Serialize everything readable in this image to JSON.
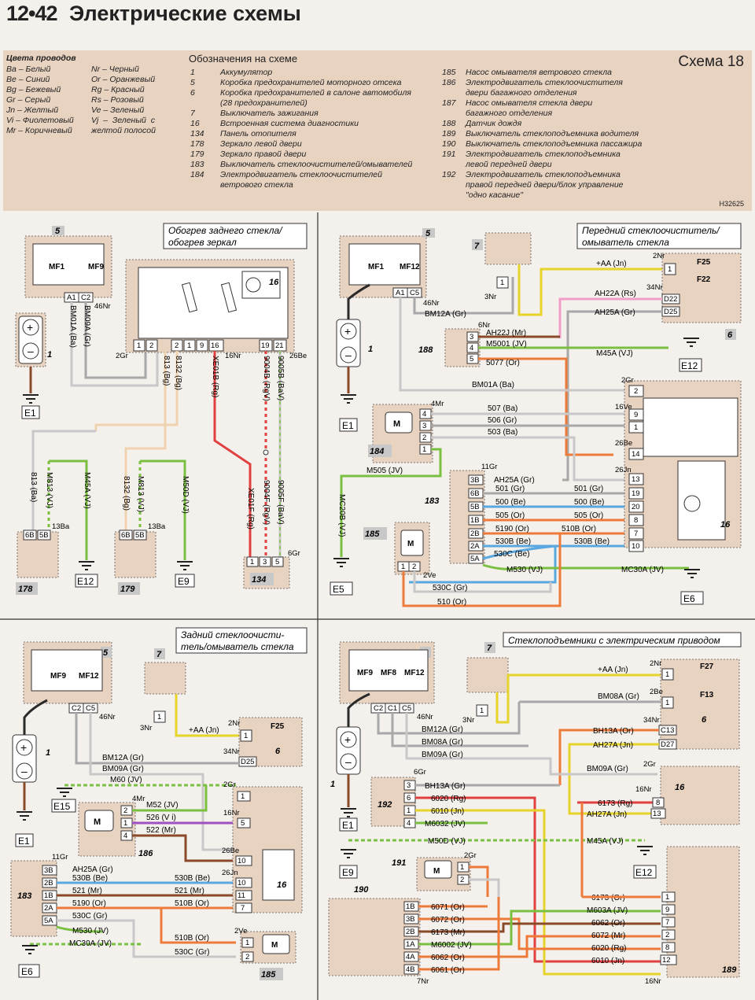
{
  "header": {
    "page_number": "12•42",
    "title": "Электрические схемы"
  },
  "legend": {
    "wire_colors_title": "Цвета проводов",
    "wire_colors_col1": "Ba – Белый\nBe – Синий\nBg – Бежевый\nGr – Серый\nJn – Желтый\nVi – Фиолетовый\nMr – Коричневый",
    "wire_colors_col2": "Nr – Черный\nOr – Оранжевый\nRg – Красный\nRs – Розовый\nVe – Зеленый\nVj  –  Зеленый  с\nжелтой полосой",
    "symbols_title": "Обозначения на схеме",
    "nums1": "1\n5\n6\n\n7\n16\n134\n178\n179\n183\n184",
    "desc1": "Аккумулятор\nКоробка предохранителей моторного отсека\nКоробка предохранителей в салоне автомобиля\n(28 предохранителей)\nВыключатель зажигания\nВстроенная система диагностики\nПанель отопителя\nЗеркало левой двери\nЗеркало правой двери\nВыключатель стеклоочистителей/омывателей\nЭлектродвигатель стеклоочистителей\nветрового стекла",
    "nums2": "185\n186\n\n187\n\n188\n189\n190\n191\n\n192",
    "desc2": "Насос омывателя ветрового стекла\nЭлектродвигатель стеклоочистителя\nдвери багажного отделения\nНасос омывателя стекла двери\nбагажного отделения\nДатчик дождя\nВыключатель стеклоподъемника водителя\nВыключатель стеклоподъемника пассажира\nЭлектродвигатель стеклоподъемника\nлевой передней двери\nЭлектродвигатель стеклоподъемника\nправой передней двери/блок управление\n\"одно касание\"",
    "schema": "Схема 18",
    "code": "H32625"
  },
  "colors": {
    "Ba": "#c8c8c8",
    "Be": "#5aa8e0",
    "Bg": "#efd2b0",
    "Gr": "#a8a8a8",
    "Jn": "#e6d42a",
    "Mr": "#8a4a2a",
    "Nr": "#2a2a2a",
    "Or": "#ee7a3a",
    "Rg": "#e04040",
    "Rs": "#f0a0c8",
    "Vi": "#a050c0",
    "VJ": "#7ac040"
  },
  "q1": {
    "title1": "Обогрев заднего стекла/",
    "title2": "обогрев зеркал",
    "fuses": [
      "MF1",
      "MF9"
    ],
    "pins_a1": "A1",
    "pins_c2": "C2",
    "c46": "46Nr",
    "w_bm01a": "BM01A (Ba)",
    "w_bm09a": "BM09A (Gr)",
    "c16_pins": [
      "1",
      "2",
      "2",
      "1",
      "9",
      "16",
      "19",
      "21"
    ],
    "c2gr": "2Gr",
    "c16nr": "16Nr",
    "c26be": "26Be",
    "w_8132": "8132 (Bg)",
    "w_813": "813 (Bg)",
    "w_xe01b": "XE01B (Rg)",
    "w_9004b": "9004B (RgV)",
    "w_9005b": "9005B (BaV)",
    "w_m813": "M813 (VJ)",
    "w_813ba": "813 (Ba)",
    "w_m45a": "M45A (VJ)",
    "w_8132b": "8132 (Bg)",
    "w_m813b": "M813 (VJ)",
    "w_m50d": "M50D (VJ)",
    "w_xe01f": "XE01F (Rg)",
    "w_9004f": "9004F (RgV)",
    "w_9005f": "9005F (BaV)",
    "c13ba": "13Ba",
    "c6gr": "6Gr",
    "p6b": "6B",
    "p5b": "5B",
    "p134": [
      "1",
      "3",
      "5"
    ],
    "ids": [
      "5",
      "1",
      "16",
      "178",
      "179",
      "134"
    ],
    "gnds": [
      "E1",
      "E12",
      "E9"
    ]
  },
  "q2": {
    "title1": "Передний стеклоочиститель/",
    "title2": "омыватель стекла",
    "fuses": [
      "MF1",
      "MF12"
    ],
    "pa1": "A1",
    "pc5": "C5",
    "c46": "46Nr",
    "c3nr": "3Nr",
    "c2nr": "2Nr",
    "c34nr": "34Nr",
    "c6nr": "6Nr",
    "c4mr": "4Mr",
    "c2gr": "2Gr",
    "c16ve": "16Ve",
    "c26be": "26Be",
    "c26jn": "26Jn",
    "c11gr": "11Gr",
    "c2ve": "2Ve",
    "aa": "+AA (Jn)",
    "ah22a": "AH22A (Rs)",
    "ah25a": "AH25A (Gr)",
    "bm12a": "BM12A (Gr)",
    "ah22j": "AH22J (Mr)",
    "m5001": "M5001 (JV)",
    "w5077": "5077 (Or)",
    "m45a": "M45A (VJ)",
    "bm01a": "BM01A (Ba)",
    "w507": "507 (Ba)",
    "w506": "506 (Gr)",
    "w503": "503 (Ba)",
    "m505": "M505 (JV)",
    "mc20b": "MC20B (VJ)",
    "ah25a2": "AH25A (Gr)",
    "w501": "501 (Gr)",
    "w500": "500 (Be)",
    "w505": "505 (Or)",
    "w5190": "5190 (Or)",
    "w530b": "530B (Be)",
    "w530c": "530C (Be)",
    "m530": "M530 (VJ)",
    "w501r": "501 (Gr)",
    "w500r": "500 (Be)",
    "w505r": "505 (Or)",
    "w510b": "510B (Or)",
    "w530br": "530B (Be)",
    "mc30a": "MC30A (JV)",
    "w530cg": "530C (Gr)",
    "w510": "510 (Or)",
    "fu1": "F25",
    "fu2": "F22",
    "d22": "D22",
    "d25": "D25",
    "pin1": "1",
    "p188": [
      "3",
      "4",
      "5"
    ],
    "p184": [
      "4",
      "3",
      "2",
      "1"
    ],
    "p183": [
      "3B",
      "6B",
      "5B",
      "1B",
      "2B",
      "2A",
      "5A"
    ],
    "p185": [
      "1",
      "2"
    ],
    "p16": [
      "2",
      "9",
      "1",
      "14",
      "13",
      "19",
      "20",
      "8",
      "7",
      "10"
    ],
    "ids": [
      "5",
      "7",
      "1",
      "188",
      "184",
      "183",
      "185",
      "6",
      "16"
    ],
    "gnds": [
      "E1",
      "E12",
      "E5",
      "E6"
    ]
  },
  "q3": {
    "title1": "Задний стеклоочисти-",
    "title2": "тель/омыватель стекла",
    "fuses": [
      "MF9",
      "MF12"
    ],
    "pc2": "C2",
    "pc5": "C5",
    "c46": "46Nr",
    "c3nr": "3Nr",
    "c2nr": "2Nr",
    "c34nr": "34Nr",
    "c4mr": "4Mr",
    "c2gr": "2Gr",
    "c16nr": "16Nr",
    "c26be": "26Be",
    "c26jn": "26Jn",
    "c11gr": "11Gr",
    "c2ve": "2Ve",
    "aa": "+AA (Jn)",
    "fu": "F25",
    "d25": "D25",
    "p1": "1",
    "bm12a": "BM12A (Gr)",
    "bm09a": "BM09A (Gr)",
    "m60": "M60 (JV)",
    "m52": "M52 (JV)",
    "w526": "526 (V i)",
    "w522": "522 (Mr)",
    "ah25a": "AH25A (Gr)",
    "w530b": "530B (Be)",
    "w521": "521 (Mr)",
    "w5190": "5190 (Or)",
    "w530c": "530C (Gr)",
    "m530": "M530 (JV)",
    "mc30a": "MC30A (JV)",
    "w530br": "530B (Be)",
    "w521r": "521 (Mr)",
    "w510b": "510B (Or)",
    "w510br": "510B (Or)",
    "w530cr": "530C (Gr)",
    "p186": [
      "2",
      "1",
      "4"
    ],
    "p183": [
      "3B",
      "2B",
      "1B",
      "2A",
      "5A"
    ],
    "p16a": [
      "1",
      "5"
    ],
    "p16b": [
      "10",
      "10",
      "11",
      "7"
    ],
    "p185": [
      "1",
      "2"
    ],
    "ids": [
      "5",
      "7",
      "1",
      "186",
      "183",
      "16",
      "6",
      "185"
    ],
    "gnds": [
      "E1",
      "E15",
      "E6"
    ]
  },
  "q4": {
    "title": "Стеклоподъемники с электрическим приводом",
    "fuses": [
      "MF9",
      "MF8",
      "MF12"
    ],
    "pc2": "C2",
    "pc1": "C1",
    "pc5": "C5",
    "c46": "46Nr",
    "c3nr": "3Nr",
    "c2nr": "2Nr",
    "c2be": "2Be",
    "c34nr": "34Nr",
    "c6gr": "6Gr",
    "c2gr": "2Gr",
    "c16nr": "16Nr",
    "c2gr2": "2Gr",
    "c16nr2": "16Nr",
    "c7nr": "7Nr",
    "aa": "+AA (Jn)",
    "bm08a": "BM08A (Gr)",
    "f27": "F27",
    "f13": "F13",
    "c13": "C13",
    "d27": "D27",
    "p1": "1",
    "bm12a": "BM12A (Gr)",
    "bm08a2": "BM08A (Gr)",
    "bm09a": "BM09A (Gr)",
    "bh13a": "BH13A (Or)",
    "ah27a": "AH27A (Jn)",
    "bm09a2": "BM09A (Gr)",
    "bh13a2": "BH13A (Gr)",
    "w6020": "6020 (Rg)",
    "w6010": "6010 (Jn)",
    "m6032": "M6032 (JV)",
    "w6173": "6173 (Rg)",
    "ah27a2": "AH27A (Jn)",
    "m50d": "M50D (VJ)",
    "m45a": "M45A (VJ)",
    "w6071": "6071 (Or)",
    "w6072": "6072 (Or)",
    "w6173b": "6173 (Mr)",
    "m6002": "M6002 (JV)",
    "w6062": "6062 (Or)",
    "w6061": "6061 (Or)",
    "w6173r": "6173 (Or)",
    "m603a": "M603A (JV)",
    "w6062r": "6062 (Or)",
    "w6072r": "6072 (Mr)",
    "w6020r": "6020 (Rg)",
    "w6010r": "6010 (Jn)",
    "p192": [
      "3",
      "6",
      "1",
      "4"
    ],
    "p191": [
      "1",
      "2"
    ],
    "p190": [
      "1B",
      "3B",
      "2B",
      "1A",
      "4A",
      "4B"
    ],
    "p16": [
      "8",
      "13"
    ],
    "p189": [
      "1",
      "9",
      "7",
      "2",
      "8",
      "12"
    ],
    "ids": [
      "5",
      "7",
      "1",
      "192",
      "191",
      "190",
      "6",
      "16",
      "189"
    ],
    "gnds": [
      "E1",
      "E9",
      "E12"
    ]
  }
}
